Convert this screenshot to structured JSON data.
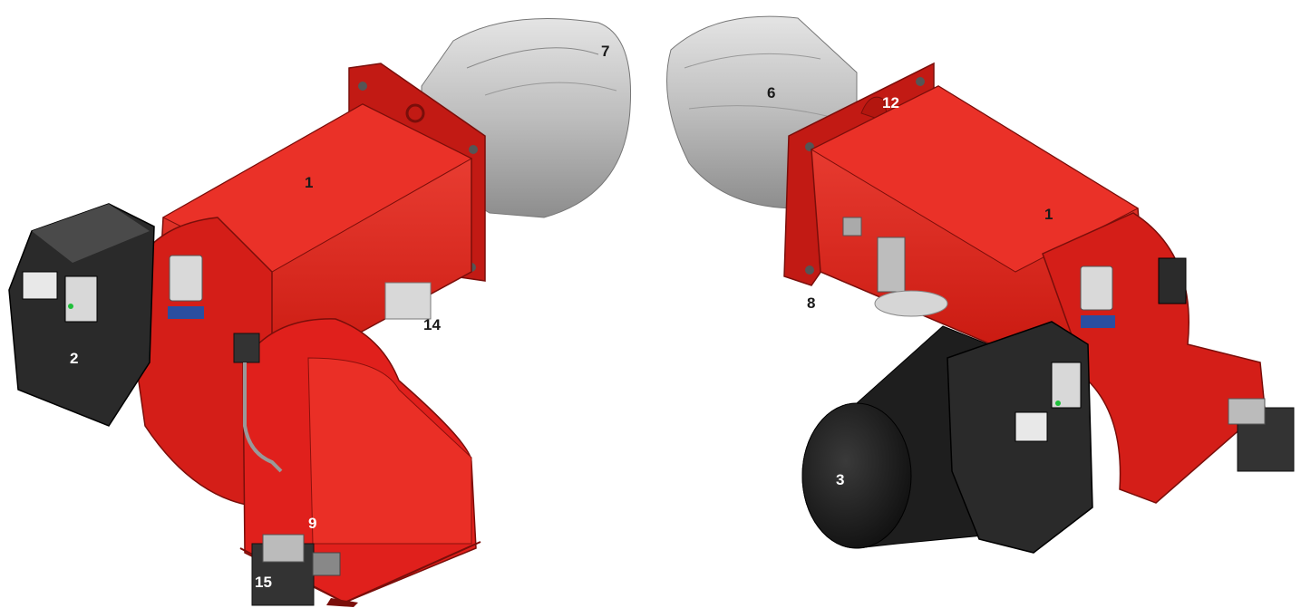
{
  "colors": {
    "body_red": "#e0201c",
    "body_red_dark": "#a81410",
    "body_red_light": "#f0453a",
    "tube_gray": "#bdbdbd",
    "tube_gray_dark": "#8d8d8d",
    "motor_black": "#1c1c1c",
    "panel_gray": "#3a3a3a",
    "label_dark": "#1a1a1a",
    "label_light": "#ffffff"
  },
  "left_view": {
    "labels": [
      "1",
      "2",
      "7",
      "9",
      "14",
      "15"
    ]
  },
  "right_view": {
    "labels": [
      "1",
      "3",
      "6",
      "8",
      "12"
    ]
  }
}
